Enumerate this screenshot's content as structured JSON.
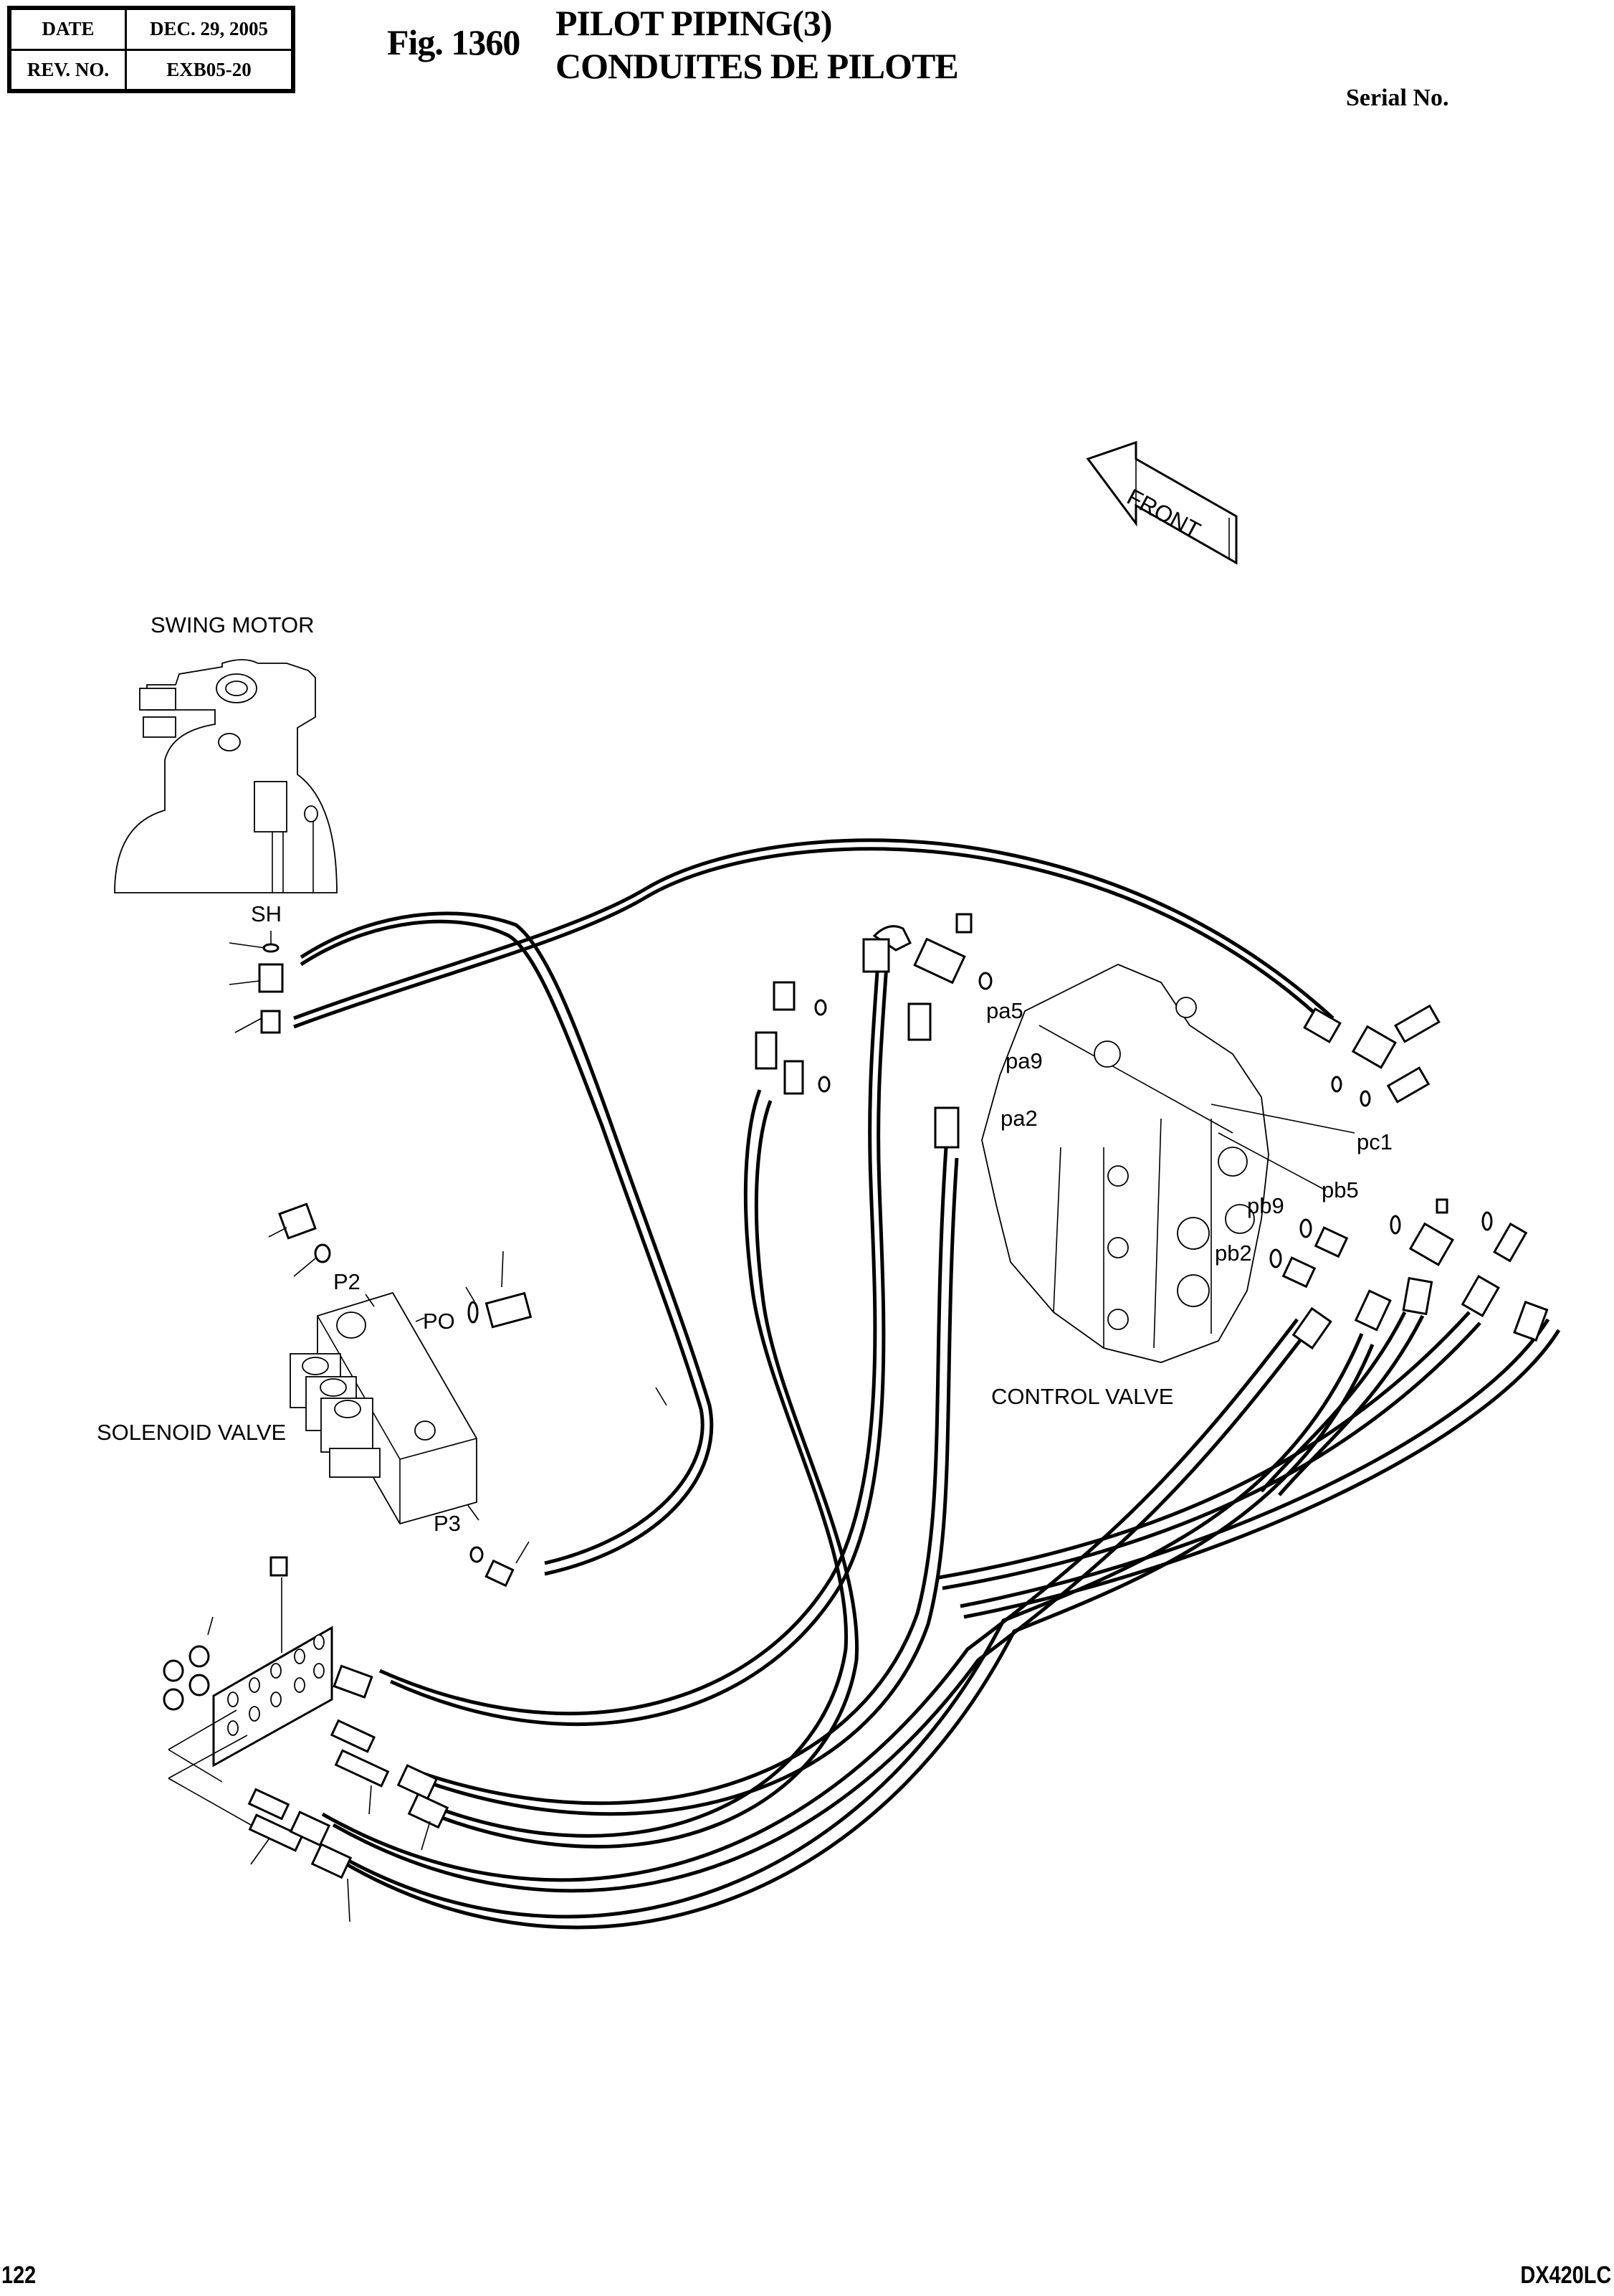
{
  "header": {
    "date_label": "DATE",
    "date_value": "DEC. 29, 2005",
    "rev_label": "REV. NO.",
    "rev_value": "EXB05-20",
    "figure_number": "Fig. 1360",
    "title_en": "PILOT PIPING(3)",
    "title_fr": "CONDUITES DE PILOTE",
    "serial_label": "Serial No."
  },
  "diagram": {
    "direction_arrow": "FRONT",
    "components": {
      "swing_motor": "SWING MOTOR",
      "solenoid_valve": "SOLENOID VALVE",
      "control_valve": "CONTROL VALVE"
    },
    "port_labels": {
      "sh": "SH",
      "p2": "P2",
      "po": "PO",
      "p3": "P3",
      "pa5": "pa5",
      "pa9": "pa9",
      "pa2": "pa2",
      "pc1": "pc1",
      "pb5": "pb5",
      "pb9": "pb9",
      "pb2": "pb2"
    }
  },
  "footer": {
    "page_number": "122",
    "model": "DX420LC"
  }
}
